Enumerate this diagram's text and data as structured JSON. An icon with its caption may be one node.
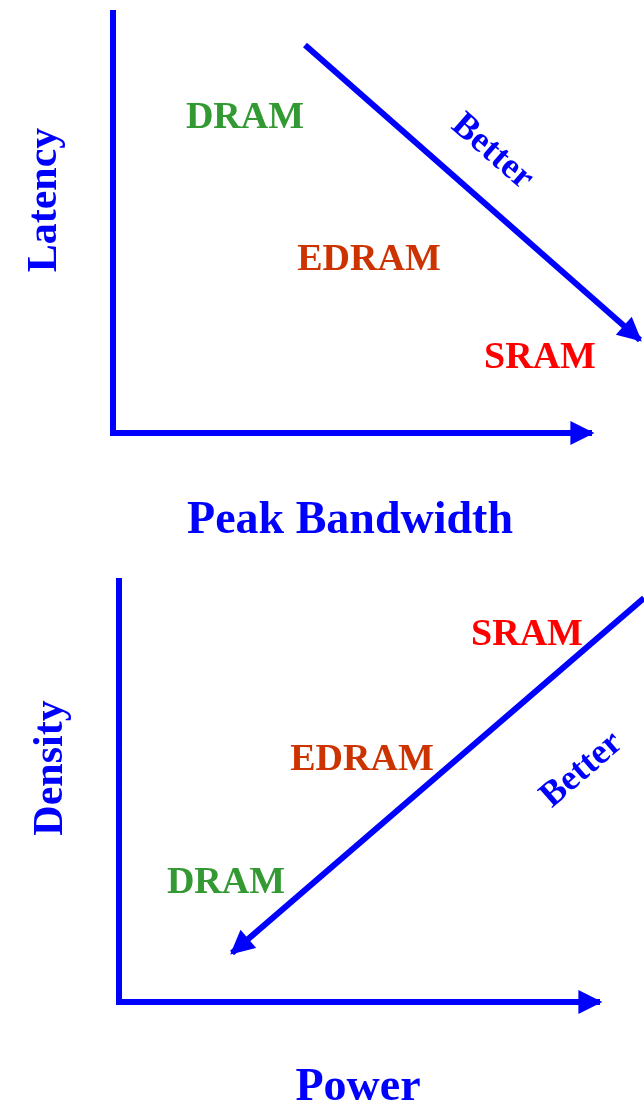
{
  "diagram": {
    "labels": [
      "Latency",
      "DRAM",
      "EDRAM",
      "SRAM",
      "Better",
      "Peak Bandwidth",
      "Density",
      "SRAM",
      "EDRAM",
      "DRAM",
      "Better",
      "Power"
    ]
  }
}
